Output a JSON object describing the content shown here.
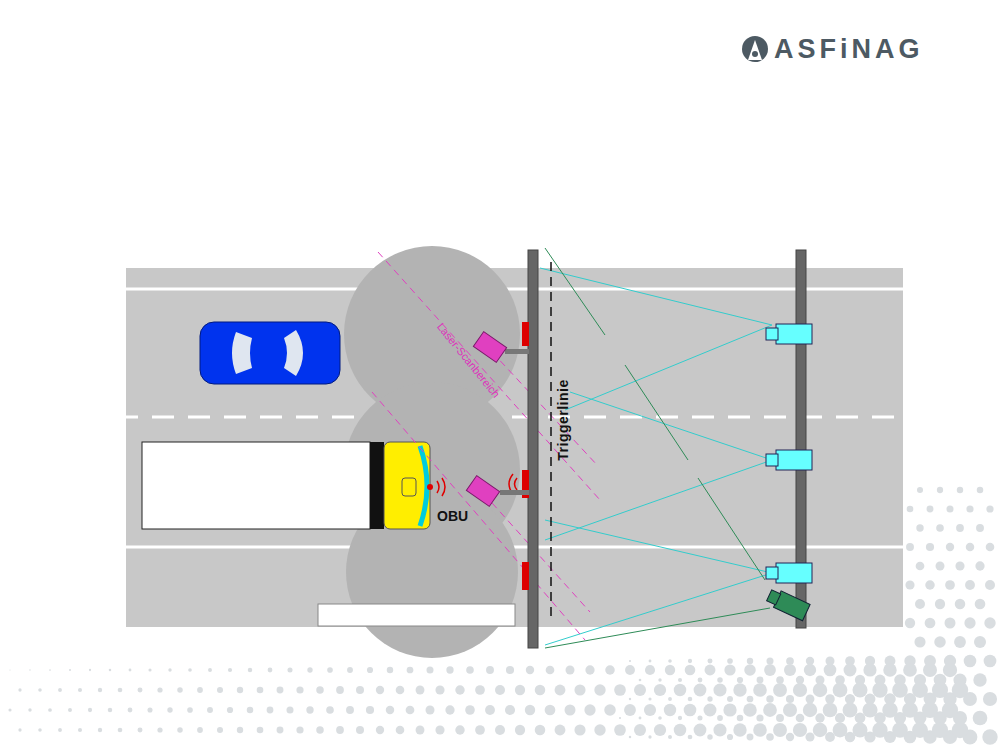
{
  "diagram": {
    "labels": [
      "ASFiNAG",
      "Laser-Scanbereich",
      "Triggerlinie",
      "OBU"
    ]
  }
}
